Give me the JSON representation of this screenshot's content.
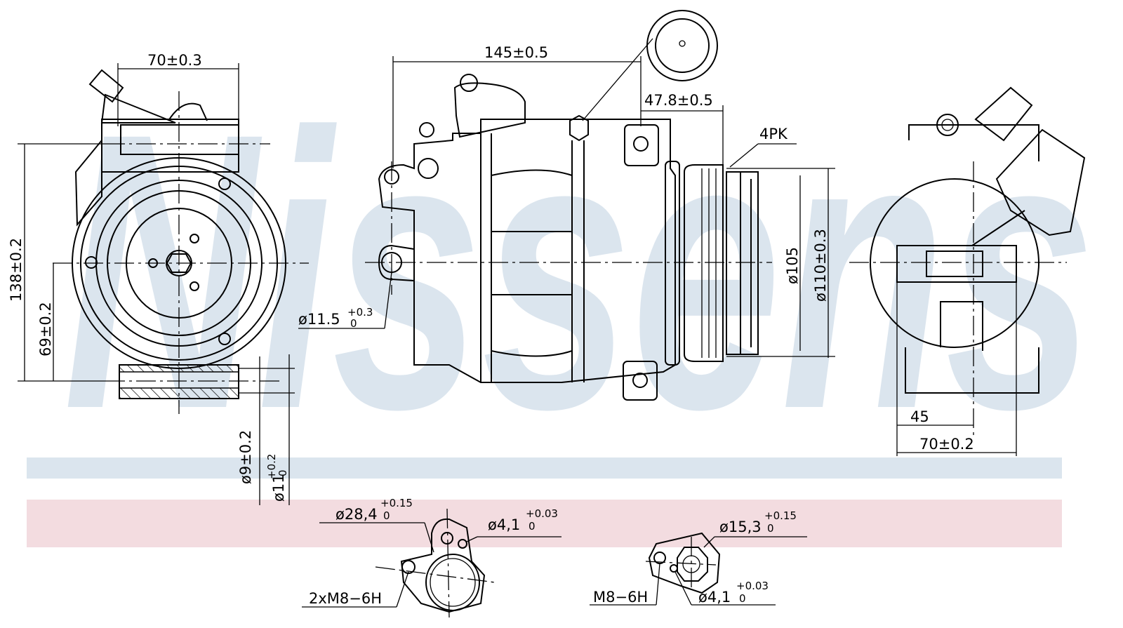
{
  "watermark": "Nissens",
  "colors": {
    "watermark": "#dbe5ee",
    "band_blue": "#dbe5ee",
    "band_pink": "#f3dce0",
    "line": "#000000"
  },
  "front_view": {
    "width_dim": "70±0.3",
    "height_dim": "138±0.2",
    "half_height_dim": "69±0.2",
    "hole_dim_1": "ø9±0.2",
    "hole_dim_2": {
      "base": "ø11",
      "tol_upper": "+0.2",
      "tol_lower": "0"
    }
  },
  "side_view": {
    "length_dim": "145±0.5",
    "pulley_offset_dim": "47.8±0.5",
    "belt_type": "4PK",
    "pulley_dia_1": "ø105",
    "pulley_dia_2": "ø110±0.3",
    "mount_hole": {
      "base": "ø11.5",
      "tol_upper": "+0.3",
      "tol_lower": "0"
    }
  },
  "rear_view": {
    "offset_dim": "45",
    "width_dim": "70±0.2"
  },
  "port_1": {
    "bore": {
      "base": "ø28,4",
      "tol_upper": "+0.15",
      "tol_lower": "0"
    },
    "pin": {
      "base": "ø4,1",
      "tol_upper": "+0.03",
      "tol_lower": "0"
    },
    "thread": "2xM8−6H"
  },
  "port_2": {
    "bore": {
      "base": "ø15,3",
      "tol_upper": "+0.15",
      "tol_lower": "0"
    },
    "pin": {
      "base": "ø4,1",
      "tol_upper": "+0.03",
      "tol_lower": "0"
    },
    "thread": "M8−6H"
  }
}
